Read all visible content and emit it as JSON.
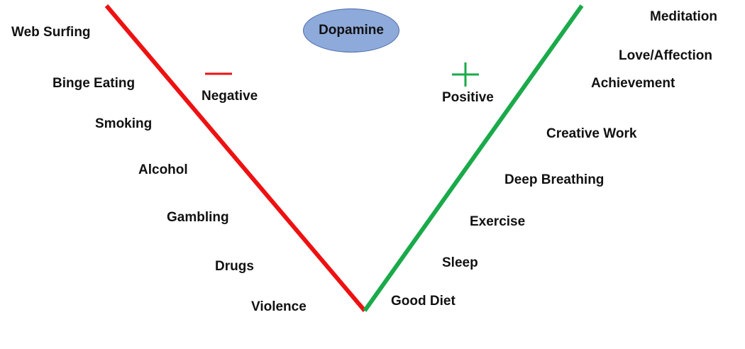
{
  "center": {
    "label": "Dopamine"
  },
  "negative": {
    "label": "Negative",
    "symbol": "minus-sign",
    "color": "#ee1111",
    "items": [
      "Web Surfing",
      "Binge Eating",
      "Smoking",
      "Alcohol",
      "Gambling",
      "Drugs",
      "Violence"
    ]
  },
  "positive": {
    "label": "Positive",
    "symbol": "plus-sign",
    "color": "#1aaa4a",
    "items": [
      "Meditation",
      "Love/Affection",
      "Achievement",
      "Creative Work",
      "Deep Breathing",
      "Exercise",
      "Sleep",
      "Good Diet"
    ]
  },
  "bubble_color": "#8eaadb"
}
